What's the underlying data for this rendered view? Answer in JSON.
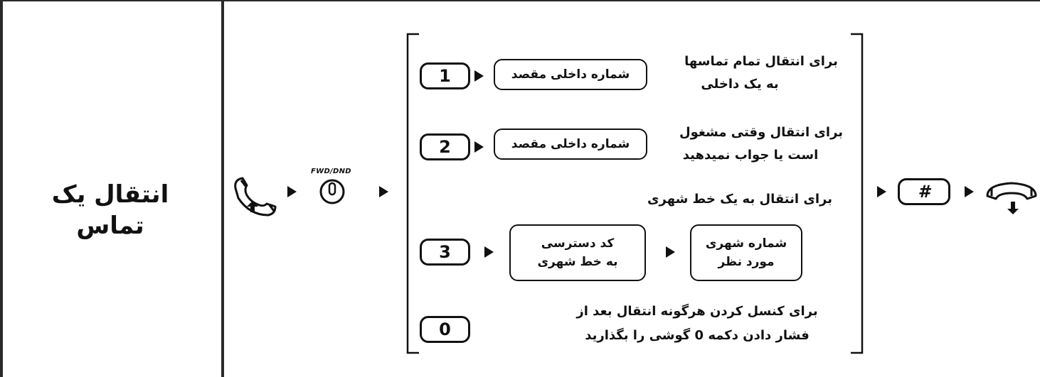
{
  "title": "انتقال یک تماس",
  "fwd_label": "FWD/DND",
  "options": [
    {
      "key": "1",
      "box": "شماره داخلی مقصد",
      "desc": [
        "برای انتقال تمام تماسها",
        "به یک داخلی"
      ]
    },
    {
      "key": "2",
      "box": "شماره داخلی مقصد",
      "desc": [
        "برای انتقال وقتی مشغول",
        "است یا جواب نمیدهید"
      ]
    },
    {
      "key": "3",
      "heading": "برای انتقال به یک خط شهری",
      "box_access": [
        "کد دسترسی",
        "به خط شهری"
      ],
      "box_number": [
        "شماره شهری",
        "مورد نظر"
      ]
    },
    {
      "key": "0",
      "desc": [
        "برای کنسل کردن هرگونه انتقال بعد از",
        "فشار دادن دکمه 0 گوشی را بگذارید"
      ]
    }
  ],
  "end_key": "#",
  "icons": {
    "offhook": "handset-lift-icon",
    "fwd_button": "fwd-dnd-button-icon",
    "onhook": "handset-hangup-icon"
  }
}
